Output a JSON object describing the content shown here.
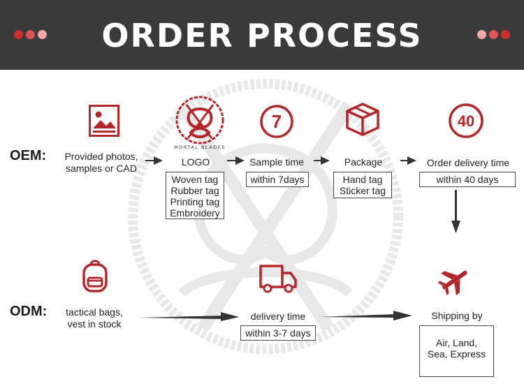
{
  "header": {
    "title": "ORDER PROCESS"
  },
  "rows": {
    "oem_label": "OEM:",
    "odm_label": "ODM:"
  },
  "logo": {
    "brand_text": "MORTAL BLADES"
  },
  "oem": {
    "step1": {
      "label_lines": [
        "Provided photos,",
        "samples or CAD"
      ]
    },
    "step2": {
      "label": "LOGO",
      "box_lines": [
        "Woven tag",
        "Rubber tag",
        "Printing tag",
        "Embroidery"
      ]
    },
    "step3": {
      "icon_text": "7",
      "label": "Sample time",
      "box_lines": [
        "within 7days"
      ]
    },
    "step4": {
      "label": "Package",
      "box_lines": [
        "Hand tag",
        "Sticker tag"
      ]
    },
    "step5": {
      "icon_text": "40",
      "label": "Order delivery time",
      "box_lines": [
        "within 40 days"
      ]
    }
  },
  "odm": {
    "step1": {
      "label_lines": [
        "tactical bags,",
        "vest in stock"
      ]
    },
    "step2": {
      "label": "delivery time",
      "box_lines": [
        "within 3-7 days"
      ]
    },
    "step3": {
      "label": "Shipping by",
      "box_lines": [
        "Air, Land,",
        "Sea, Express"
      ]
    }
  },
  "colors": {
    "accent": "#b5262a",
    "header_bg": "#3a3a3a",
    "watermark": "#d4d4d4"
  },
  "icons": [
    "image-icon",
    "brand-logo",
    "seven-days-icon",
    "package-box-icon",
    "forty-days-icon",
    "backpack-icon",
    "delivery-truck-icon",
    "airplane-icon"
  ]
}
